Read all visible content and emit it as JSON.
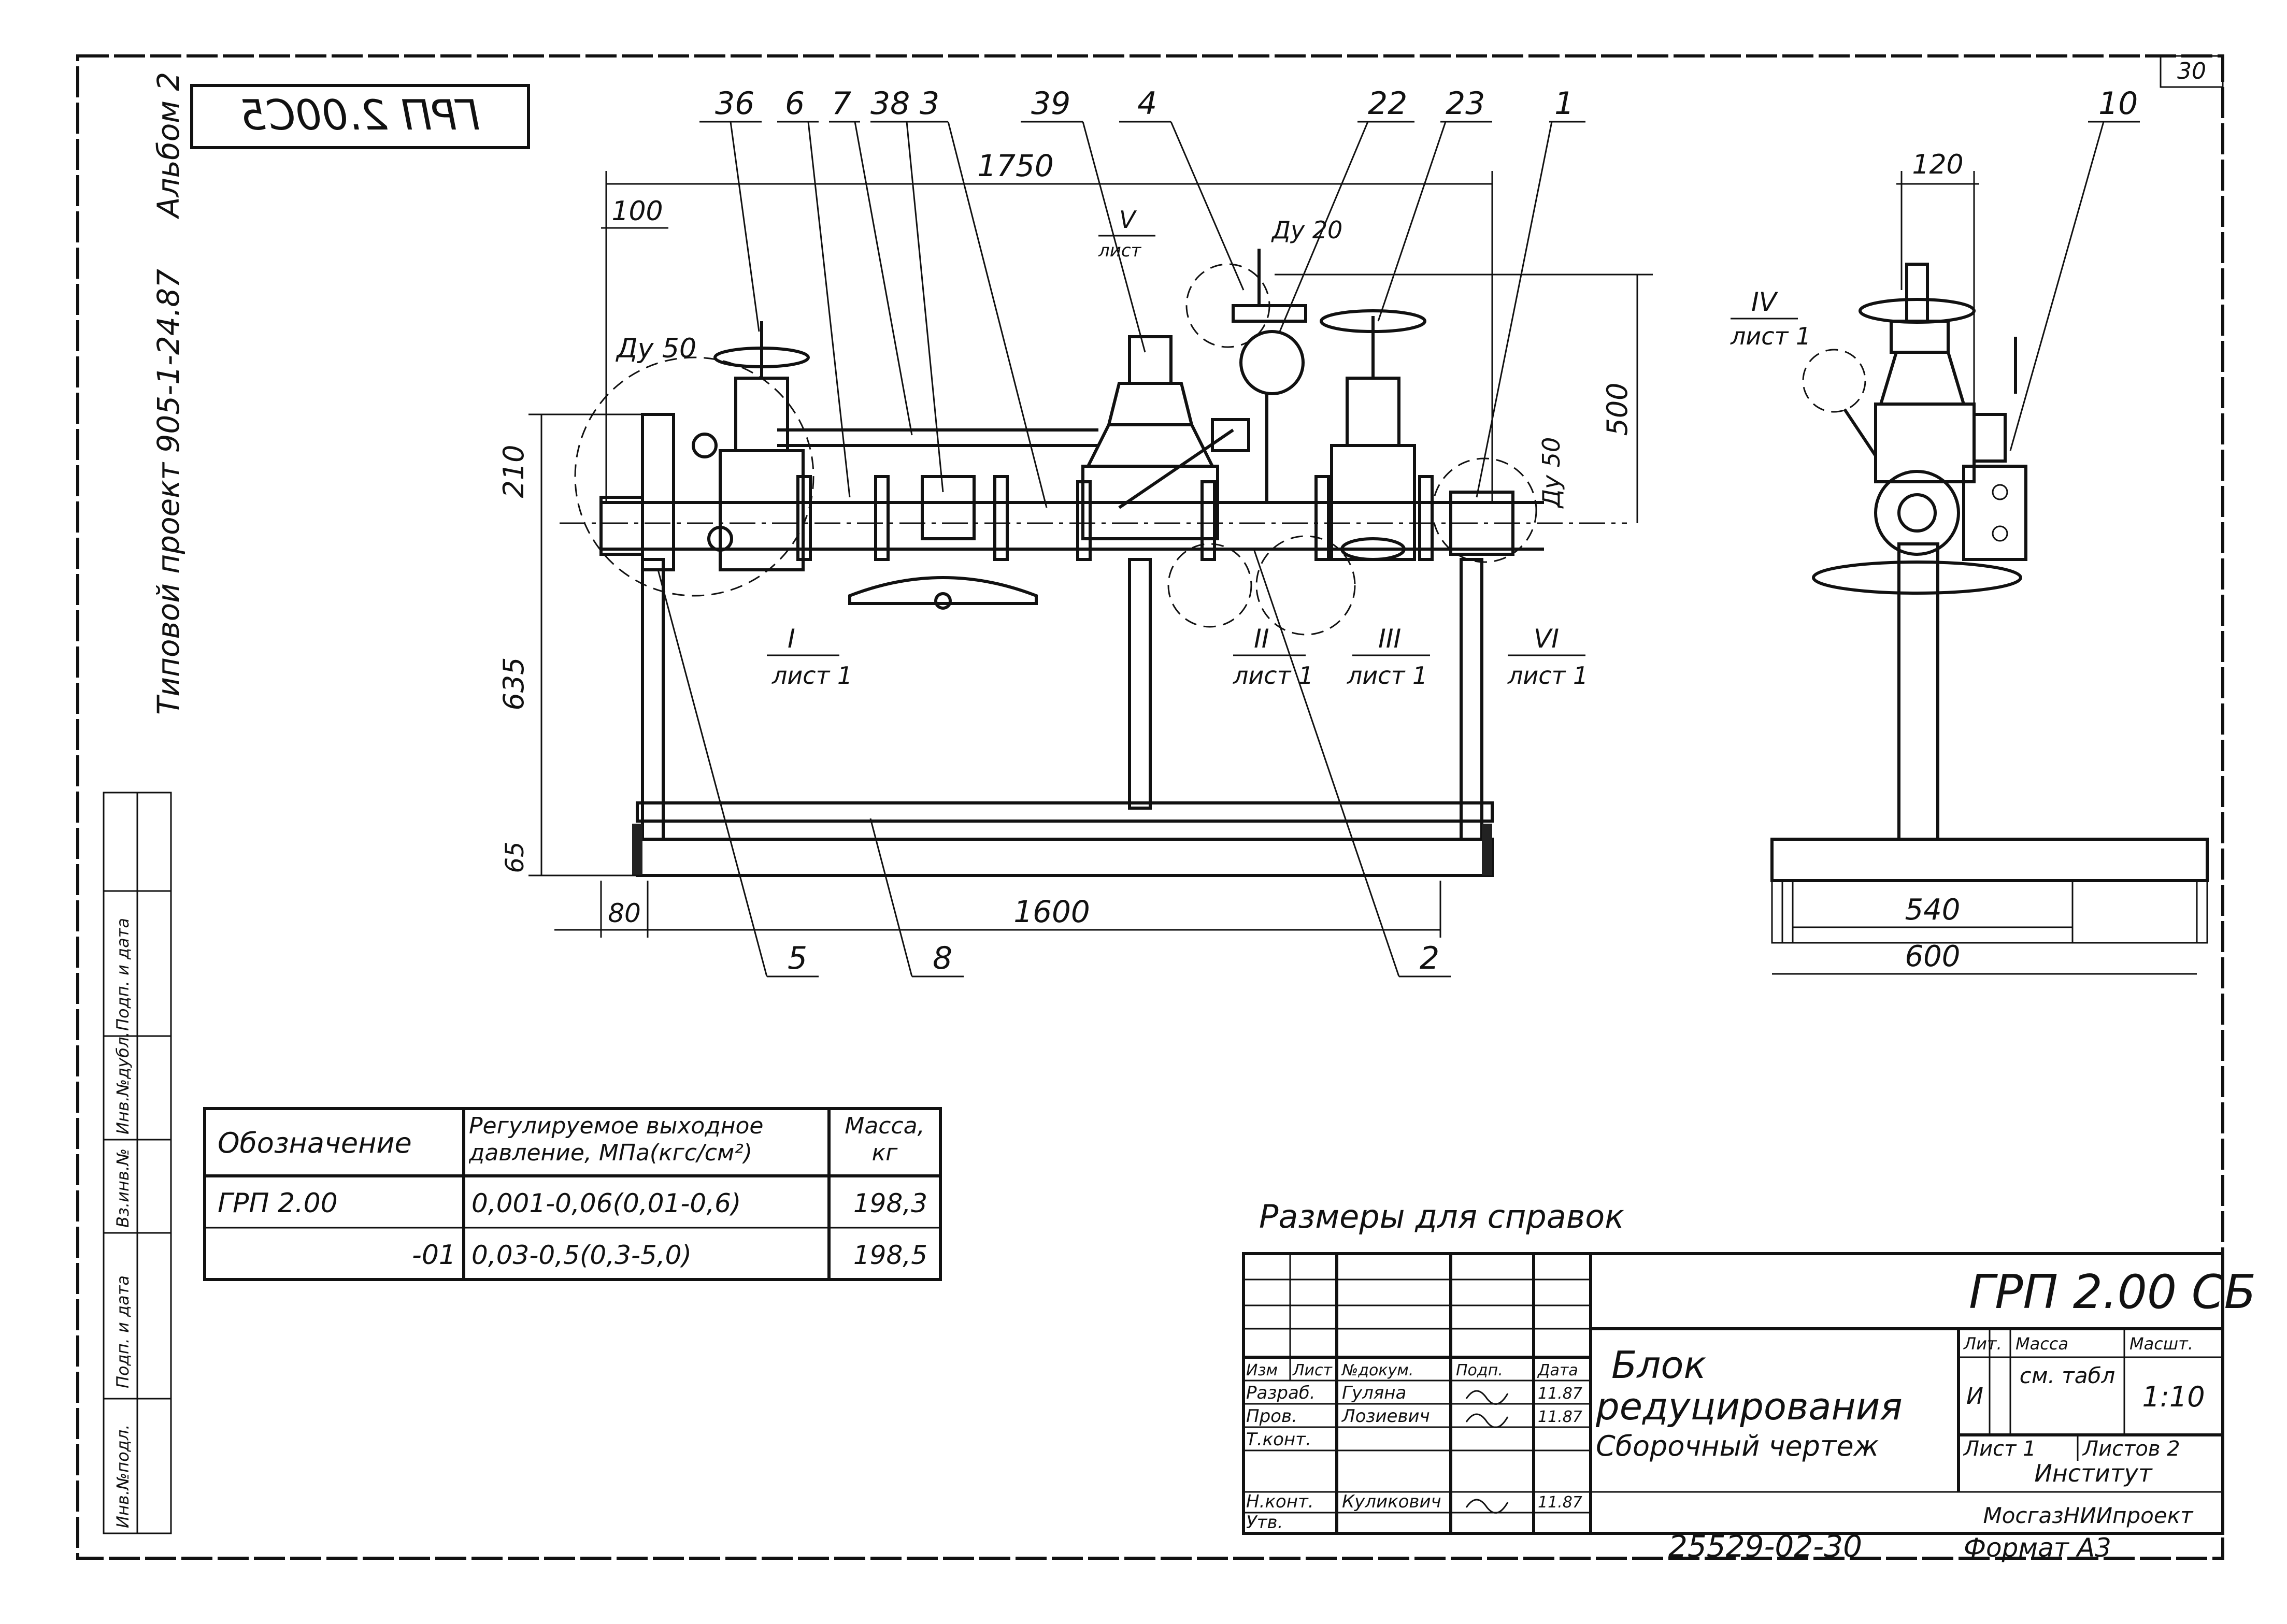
{
  "frame": {
    "sheet_number": "30",
    "stamp_code": "ГРП 2.00С5",
    "left_strip": {
      "album": "Альбом 2",
      "project": "Типовой проект 905-1-24.87"
    },
    "side_fields": [
      "Инв.№подл.",
      "Подп. и дата",
      "Вз.инв.№",
      "Инв.№дубл.",
      "Подп. и дата"
    ]
  },
  "callouts": {
    "top": [
      "36",
      "6",
      "7",
      "38",
      "3",
      "39",
      "4",
      "22",
      "23",
      "1"
    ],
    "bottom": [
      "5",
      "8",
      "2"
    ],
    "side": [
      "10"
    ]
  },
  "views": [
    {
      "numeral": "V",
      "sheet": "лист"
    },
    {
      "numeral": "I",
      "sheet": "лист 1"
    },
    {
      "numeral": "II",
      "sheet": "лист 1"
    },
    {
      "numeral": "III",
      "sheet": "лист 1"
    },
    {
      "numeral": "VI",
      "sheet": "лист 1"
    },
    {
      "numeral": "IV",
      "sheet": "лист 1"
    }
  ],
  "dimensions": {
    "overall_top": "1750",
    "offset_left": "100",
    "height_right": "500",
    "pipe_height": "210",
    "leg_height": "635",
    "base_height": "65",
    "base_left": "80",
    "base_length": "1600",
    "side_top": "120",
    "side_inner": "540",
    "side_outer": "600"
  },
  "nominal": {
    "du50_left": "Ду 50",
    "du20": "Ду 20",
    "du50_right": "Ду 50"
  },
  "spec_table": {
    "headers": [
      "Обозначение",
      "Регулируемое выходное давление, МПа(кгс/см²)",
      "Масса, кг"
    ],
    "rows": [
      [
        "ГРП 2.00",
        "0,001-0,06(0,01-0,6)",
        "198,3"
      ],
      [
        "-01",
        "0,03-0,5(0,3-5,0)",
        "198,5"
      ]
    ]
  },
  "note": "Размеры для справок",
  "title_block": {
    "code": "ГРП 2.00 СБ",
    "title_line1": "Блок",
    "title_line2": "редуцирования",
    "doc_type": "Сборочный чертеж",
    "roles_header": [
      "Изм",
      "Лист",
      "№докум.",
      "Подп.",
      "Дата"
    ],
    "roles": [
      {
        "role": "Разраб.",
        "name": "Гуляна",
        "date": "11.87"
      },
      {
        "role": "Пров.",
        "name": "Лозиевич",
        "date": "11.87"
      },
      {
        "role": "Т.конт.",
        "name": "",
        "date": ""
      },
      {
        "role": "Н.конт.",
        "name": "Куликович",
        "date": "11.87"
      },
      {
        "role": "Утв.",
        "name": "",
        "date": ""
      }
    ],
    "lit_label": "Лит.",
    "mass_label": "Масса",
    "scale_label": "Масшт.",
    "lit_value": "И",
    "mass_value": "см. табл",
    "scale_value": "1:10",
    "sheet_label": "Лист 1",
    "sheets_label": "Листов 2",
    "org_line1": "Институт",
    "org_line2": "МосгазНИИпроект"
  },
  "bottom": {
    "inventory": "25529-02-30",
    "format": "Формат А3"
  }
}
